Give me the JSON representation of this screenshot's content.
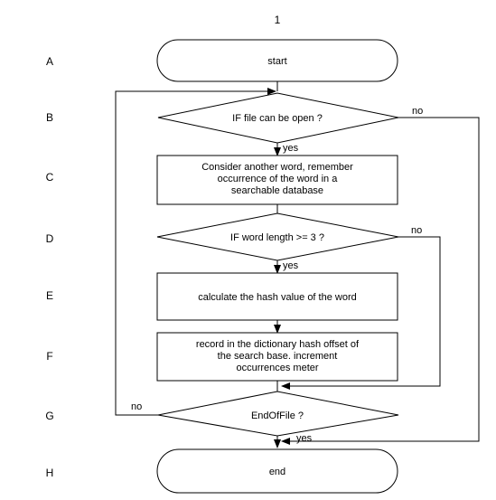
{
  "page_number": "1",
  "row_labels": [
    "A",
    "B",
    "C",
    "D",
    "E",
    "F",
    "G",
    "H"
  ],
  "nodes": {
    "start": {
      "lines": [
        "start"
      ]
    },
    "file_check": {
      "lines": [
        "IF file can be open ?"
      ]
    },
    "consider_word": {
      "lines": [
        "Consider another word, remember",
        "occurrence of the word in a",
        "searchable database"
      ]
    },
    "length_check": {
      "lines": [
        "IF word length >= 3 ?"
      ]
    },
    "hash_calc": {
      "lines": [
        "calculate the hash value of the word"
      ]
    },
    "record": {
      "lines": [
        "record in the dictionary hash offset of",
        "the search base. increment",
        "occurrences meter"
      ]
    },
    "eof_check": {
      "lines": [
        "EndOfFile ?"
      ]
    },
    "end": {
      "lines": [
        "end"
      ]
    }
  },
  "edge_labels": {
    "file_check_no": "no",
    "file_check_yes": "yes",
    "length_check_no": "no",
    "length_check_yes": "yes",
    "eof_check_no": "no",
    "eof_check_yes": "yes"
  }
}
